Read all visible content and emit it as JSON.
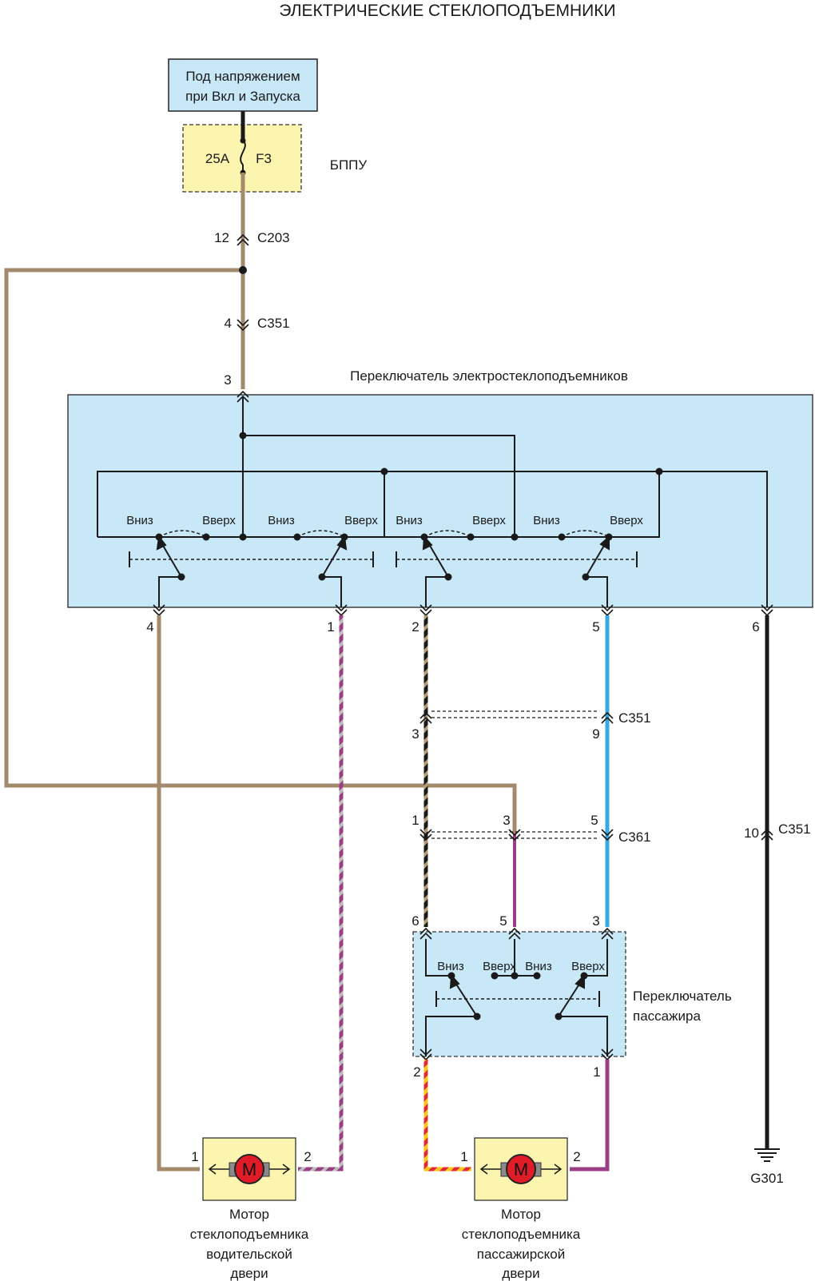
{
  "title": "ЭЛЕКТРИЧЕСКИЕ СТЕКЛОПОДЪЕМНИКИ",
  "power_source": {
    "line1": "Под напряжением",
    "line2": "при Вкл и Запуска"
  },
  "fuse": {
    "rating": "25A",
    "name": "F3",
    "box_label": "БППУ"
  },
  "connectors": {
    "c203": {
      "name": "C203",
      "pin": "12"
    },
    "c351_top": {
      "name": "C351",
      "pin": "4"
    },
    "c351_mid": {
      "name": "C351",
      "pin_left": "3",
      "pin_right": "9"
    },
    "c361": {
      "name": "C361",
      "pin_left": "1",
      "pin_mid": "3",
      "pin_right": "5"
    },
    "c351_ground": {
      "name": "C351",
      "pin": "10"
    }
  },
  "master_switch": {
    "label": "Переключатель электростеклоподъемников",
    "input_pin": "3",
    "down": "Вниз",
    "up": "Вверх",
    "out_pins": [
      "4",
      "1",
      "2",
      "5",
      "6"
    ]
  },
  "passenger_switch": {
    "label_line1": "Переключатель",
    "label_line2": "пассажира",
    "down": "Вниз",
    "up": "Вверх",
    "top_pins": [
      "6",
      "5",
      "3"
    ],
    "bottom_pins": [
      "2",
      "1"
    ]
  },
  "driver_motor": {
    "symbol": "M",
    "pin_left": "1",
    "pin_right": "2",
    "label": [
      "Мотор",
      "стеклоподъемника",
      "водительской",
      "двери"
    ]
  },
  "passenger_motor": {
    "symbol": "M",
    "pin_left": "1",
    "pin_right": "2",
    "label": [
      "Мотор",
      "стеклоподъемника",
      "пассажирской",
      "двери"
    ]
  },
  "ground": {
    "name": "G301"
  },
  "colors": {
    "module_fill": "#c8e8f8",
    "fuse_fill": "#fbf5b0",
    "wire_tan": "#a38a6c",
    "wire_purple": "#9a3f86",
    "wire_blue": "#38a8e0",
    "wire_black": "#1a1a1a",
    "wire_stripe_red": "#e0283a",
    "wire_stripe_yellow": "#f7c817",
    "motor_red": "#e01c28"
  }
}
